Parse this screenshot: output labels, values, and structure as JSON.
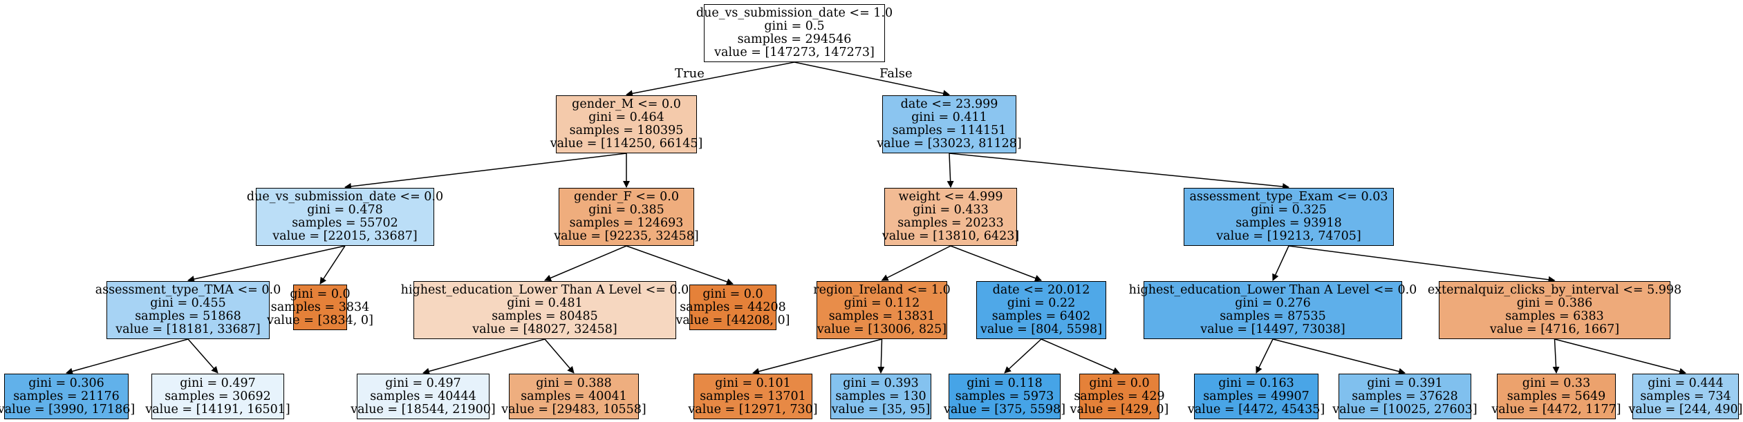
{
  "edge_labels": {
    "true": "True",
    "false": "False"
  },
  "nodes": [
    {
      "id": "n0",
      "color": "#ffffff",
      "lines": [
        "due_vs_submission_date <= 1.0",
        "gini = 0.5",
        "samples = 294546",
        "value = [147273, 147273]"
      ]
    },
    {
      "id": "n1",
      "color": "#f4caab",
      "lines": [
        "gender_M <= 0.0",
        "gini = 0.464",
        "samples = 180395",
        "value = [114250, 66145]"
      ]
    },
    {
      "id": "n2",
      "color": "#8bc5f0",
      "lines": [
        "date <= 23.999",
        "gini = 0.411",
        "samples = 114151",
        "value = [33023, 81128]"
      ]
    },
    {
      "id": "n3",
      "color": "#bbdef7",
      "lines": [
        "due_vs_submission_date <= 0.0",
        "gini = 0.478",
        "samples = 55702",
        "value = [22015, 33687]"
      ]
    },
    {
      "id": "n4",
      "color": "#efad7d",
      "lines": [
        "gender_F <= 0.0",
        "gini = 0.385",
        "samples = 124693",
        "value = [92235, 32458]"
      ]
    },
    {
      "id": "n5",
      "color": "#f2bb94",
      "lines": [
        "weight <= 4.999",
        "gini = 0.433",
        "samples = 20233",
        "value = [13810, 6423]"
      ]
    },
    {
      "id": "n6",
      "color": "#6ab5ec",
      "lines": [
        "assessment_type_Exam <= 0.03",
        "gini = 0.325",
        "samples = 93918",
        "value = [19213, 74705]"
      ]
    },
    {
      "id": "n7",
      "color": "#a7d3f4",
      "lines": [
        "assessment_type_TMA <= 0.0",
        "gini = 0.455",
        "samples = 51868",
        "value = [18181, 33687]"
      ]
    },
    {
      "id": "n8",
      "color": "#e58139",
      "lines": [
        "gini = 0.0",
        "samples = 3834",
        "value = [3834, 0]"
      ]
    },
    {
      "id": "n9",
      "color": "#f6d7c0",
      "lines": [
        "highest_education_Lower Than A Level <= 0.0",
        "gini = 0.481",
        "samples = 80485",
        "value = [48027, 32458]"
      ]
    },
    {
      "id": "n10",
      "color": "#e58139",
      "lines": [
        "gini = 0.0",
        "samples = 44208",
        "value = [44208, 0]"
      ]
    },
    {
      "id": "n11",
      "color": "#e88d4a",
      "lines": [
        "region_Ireland <= 1.0",
        "gini = 0.112",
        "samples = 13831",
        "value = [13006, 825]"
      ]
    },
    {
      "id": "n12",
      "color": "#4fa8e8",
      "lines": [
        "date <= 20.012",
        "gini = 0.22",
        "samples = 6402",
        "value = [804, 5598]"
      ]
    },
    {
      "id": "n13",
      "color": "#5eafea",
      "lines": [
        "highest_education_Lower Than A Level <= 0.0",
        "gini = 0.276",
        "samples = 87535",
        "value = [14497, 73038]"
      ]
    },
    {
      "id": "n14",
      "color": "#eeaa7a",
      "lines": [
        "externalquiz_clicks_by_interval <= 5.998",
        "gini = 0.386",
        "samples = 6383",
        "value = [4716, 1667]"
      ]
    },
    {
      "id": "n15",
      "color": "#61b1ea",
      "lines": [
        "gini = 0.306",
        "samples = 21176",
        "value = [3990, 17186]"
      ]
    },
    {
      "id": "n16",
      "color": "#e7f3fc",
      "lines": [
        "gini = 0.497",
        "samples = 30692",
        "value = [14191, 16501]"
      ]
    },
    {
      "id": "n17",
      "color": "#e6f2fb",
      "lines": [
        "gini = 0.497",
        "samples = 40444",
        "value = [18544, 21900]"
      ]
    },
    {
      "id": "n18",
      "color": "#eeae7f",
      "lines": [
        "gini = 0.388",
        "samples = 40041",
        "value = [29483, 10558]"
      ]
    },
    {
      "id": "n19",
      "color": "#e78945",
      "lines": [
        "gini = 0.101",
        "samples = 13701",
        "value = [12971, 730]"
      ]
    },
    {
      "id": "n20",
      "color": "#84c2ef",
      "lines": [
        "gini = 0.393",
        "samples = 130",
        "value = [35, 95]"
      ]
    },
    {
      "id": "n21",
      "color": "#46a4e7",
      "lines": [
        "gini = 0.118",
        "samples = 5973",
        "value = [375, 5598]"
      ]
    },
    {
      "id": "n22",
      "color": "#e58139",
      "lines": [
        "gini = 0.0",
        "samples = 429",
        "value = [429, 0]"
      ]
    },
    {
      "id": "n23",
      "color": "#49a5e7",
      "lines": [
        "gini = 0.163",
        "samples = 49907",
        "value = [4472, 45435]"
      ]
    },
    {
      "id": "n24",
      "color": "#80c0ee",
      "lines": [
        "gini = 0.391",
        "samples = 37628",
        "value = [10025, 27603]"
      ]
    },
    {
      "id": "n25",
      "color": "#eca26d",
      "lines": [
        "gini = 0.33",
        "samples = 5649",
        "value = [4472, 1177]"
      ]
    },
    {
      "id": "n26",
      "color": "#9ccef2",
      "lines": [
        "gini = 0.444",
        "samples = 734",
        "value = [244, 490]"
      ]
    }
  ]
}
